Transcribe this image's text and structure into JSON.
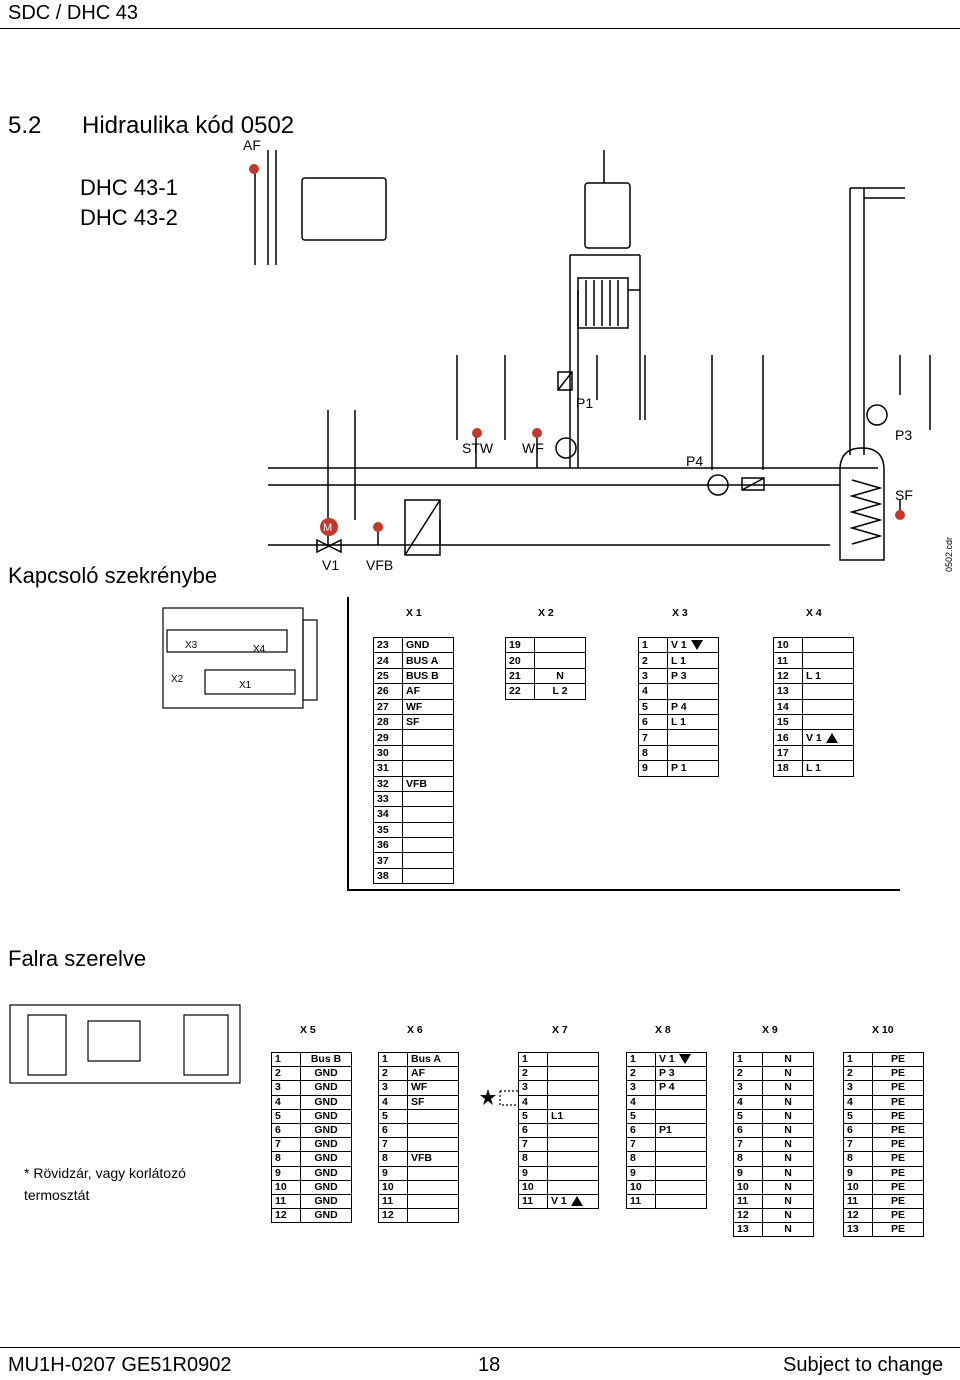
{
  "header": {
    "title": "SDC / DHC 43"
  },
  "section": {
    "number": "5.2",
    "title": "Hidraulika kód 0502"
  },
  "models": [
    "DHC 43-1",
    "DHC 43-2"
  ],
  "diagram": {
    "labels": {
      "af": "AF",
      "stw": "STW",
      "wf": "WF",
      "p1": "P1",
      "p3": "P3",
      "p4": "P4",
      "sf": "SF",
      "m": "M",
      "v1": "V1",
      "vfb": "VFB",
      "file": "0502.cdr"
    },
    "module_labels": {
      "x1": "X1",
      "x2": "X2",
      "x3": "X3",
      "x4": "X4"
    }
  },
  "cabinet": {
    "title": "Kapcsoló szekrénybe",
    "connectors": [
      "X 1",
      "X 2",
      "X 3",
      "X 4"
    ],
    "x1": [
      [
        "23",
        "GND"
      ],
      [
        "24",
        "BUS A"
      ],
      [
        "25",
        "BUS B"
      ],
      [
        "26",
        "AF"
      ],
      [
        "27",
        "WF"
      ],
      [
        "28",
        "SF"
      ],
      [
        "29",
        ""
      ],
      [
        "30",
        ""
      ],
      [
        "31",
        ""
      ],
      [
        "32",
        "VFB"
      ],
      [
        "33",
        ""
      ],
      [
        "34",
        ""
      ],
      [
        "35",
        ""
      ],
      [
        "36",
        ""
      ],
      [
        "37",
        ""
      ],
      [
        "38",
        ""
      ]
    ],
    "x2": [
      [
        "19",
        ""
      ],
      [
        "20",
        ""
      ],
      [
        "21",
        "N"
      ],
      [
        "22",
        "L 2"
      ]
    ],
    "x3": [
      [
        "1",
        "V 1"
      ],
      [
        "2",
        "L 1"
      ],
      [
        "3",
        "P 3"
      ],
      [
        "4",
        ""
      ],
      [
        "5",
        "P 4"
      ],
      [
        "6",
        "L 1"
      ],
      [
        "7",
        ""
      ],
      [
        "8",
        ""
      ],
      [
        "9",
        "P 1"
      ]
    ],
    "x4": [
      [
        "10",
        ""
      ],
      [
        "11",
        ""
      ],
      [
        "12",
        "L 1"
      ],
      [
        "13",
        ""
      ],
      [
        "14",
        ""
      ],
      [
        "15",
        ""
      ],
      [
        "16",
        "V 1"
      ],
      [
        "17",
        ""
      ],
      [
        "18",
        "L 1"
      ]
    ]
  },
  "wall": {
    "title": "Falra szerelve",
    "note": "* Rövidzár, vagy korlátozó termosztát",
    "connectors": [
      "X 5",
      "X 6",
      "X 7",
      "X 8",
      "X 9",
      "X 10"
    ],
    "x5": [
      [
        "1",
        "Bus B"
      ],
      [
        "2",
        "GND"
      ],
      [
        "3",
        "GND"
      ],
      [
        "4",
        "GND"
      ],
      [
        "5",
        "GND"
      ],
      [
        "6",
        "GND"
      ],
      [
        "7",
        "GND"
      ],
      [
        "8",
        "GND"
      ],
      [
        "9",
        "GND"
      ],
      [
        "10",
        "GND"
      ],
      [
        "11",
        "GND"
      ],
      [
        "12",
        "GND"
      ]
    ],
    "x6": [
      [
        "1",
        "Bus A"
      ],
      [
        "2",
        "AF"
      ],
      [
        "3",
        "WF"
      ],
      [
        "4",
        "SF"
      ],
      [
        "5",
        ""
      ],
      [
        "6",
        ""
      ],
      [
        "7",
        ""
      ],
      [
        "8",
        "VFB"
      ],
      [
        "9",
        ""
      ],
      [
        "10",
        ""
      ],
      [
        "11",
        ""
      ],
      [
        "12",
        ""
      ]
    ],
    "x7": [
      [
        "1",
        ""
      ],
      [
        "2",
        ""
      ],
      [
        "3",
        ""
      ],
      [
        "4",
        ""
      ],
      [
        "5",
        "L1"
      ],
      [
        "6",
        ""
      ],
      [
        "7",
        ""
      ],
      [
        "8",
        ""
      ],
      [
        "9",
        ""
      ],
      [
        "10",
        ""
      ],
      [
        "11",
        "V 1"
      ]
    ],
    "x8": [
      [
        "1",
        "V 1"
      ],
      [
        "2",
        "P 3"
      ],
      [
        "3",
        "P 4"
      ],
      [
        "4",
        ""
      ],
      [
        "5",
        ""
      ],
      [
        "6",
        "P1"
      ],
      [
        "7",
        ""
      ],
      [
        "8",
        ""
      ],
      [
        "9",
        ""
      ],
      [
        "10",
        ""
      ],
      [
        "11",
        ""
      ]
    ],
    "x9": [
      [
        "1",
        "N"
      ],
      [
        "2",
        "N"
      ],
      [
        "3",
        "N"
      ],
      [
        "4",
        "N"
      ],
      [
        "5",
        "N"
      ],
      [
        "6",
        "N"
      ],
      [
        "7",
        "N"
      ],
      [
        "8",
        "N"
      ],
      [
        "9",
        "N"
      ],
      [
        "10",
        "N"
      ],
      [
        "11",
        "N"
      ],
      [
        "12",
        "N"
      ],
      [
        "13",
        "N"
      ]
    ],
    "x10": [
      [
        "1",
        "PE"
      ],
      [
        "2",
        "PE"
      ],
      [
        "3",
        "PE"
      ],
      [
        "4",
        "PE"
      ],
      [
        "5",
        "PE"
      ],
      [
        "6",
        "PE"
      ],
      [
        "7",
        "PE"
      ],
      [
        "8",
        "PE"
      ],
      [
        "9",
        "PE"
      ],
      [
        "10",
        "PE"
      ],
      [
        "11",
        "PE"
      ],
      [
        "12",
        "PE"
      ],
      [
        "13",
        "PE"
      ]
    ]
  },
  "footer": {
    "doc_code": "MU1H-0207 GE51R0902",
    "page": "18",
    "notice": "Subject to change"
  }
}
